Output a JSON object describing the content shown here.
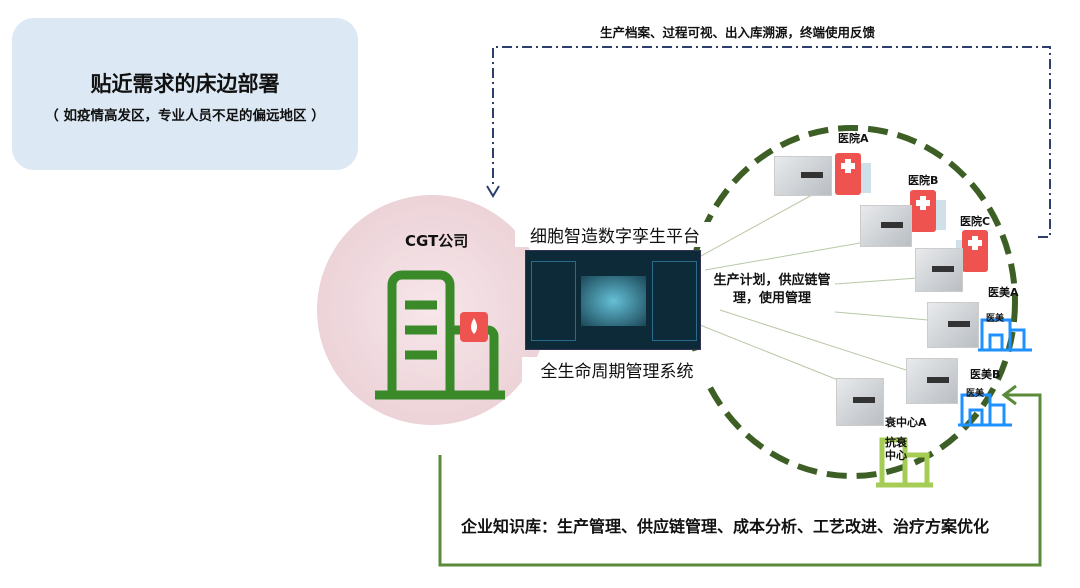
{
  "deployment": {
    "title": "贴近需求的床边部署",
    "subtitle": "（ 如疫情高发区，专业人员不足的偏远地区 ）"
  },
  "feedback_label": "生产档案、过程可视、出入库溯源，终端使用反馈",
  "company": {
    "name": "CGT公司"
  },
  "platform": {
    "title": "细胞智造数字孪生平台",
    "subtitle": "全生命周期管理系统"
  },
  "plan_label": "生产计划，供应链管理，使用管理",
  "sites": [
    {
      "label": "医院A",
      "type": "hospital"
    },
    {
      "label": "医院B",
      "type": "hospital"
    },
    {
      "label": "医院C",
      "type": "hospital"
    },
    {
      "label": "医美A",
      "type": "aesthetic",
      "badge": "医美"
    },
    {
      "label": "医美B",
      "type": "aesthetic",
      "badge": "医美"
    },
    {
      "label": "衰中心A",
      "type": "center"
    },
    {
      "label": "抗衰中心",
      "type": "center"
    }
  ],
  "knowledge_base": "企业知识库：生产管理、供应链管理、成本分析、工艺改进、治疗方案优化",
  "colors": {
    "green": "#2e8b2e",
    "dark_green": "#3d5f25",
    "hospital_red": "#ef5350",
    "aesthetic_blue": "#1e90ff",
    "navy": "#2c3e6b",
    "light_green": "#a5cc55"
  }
}
